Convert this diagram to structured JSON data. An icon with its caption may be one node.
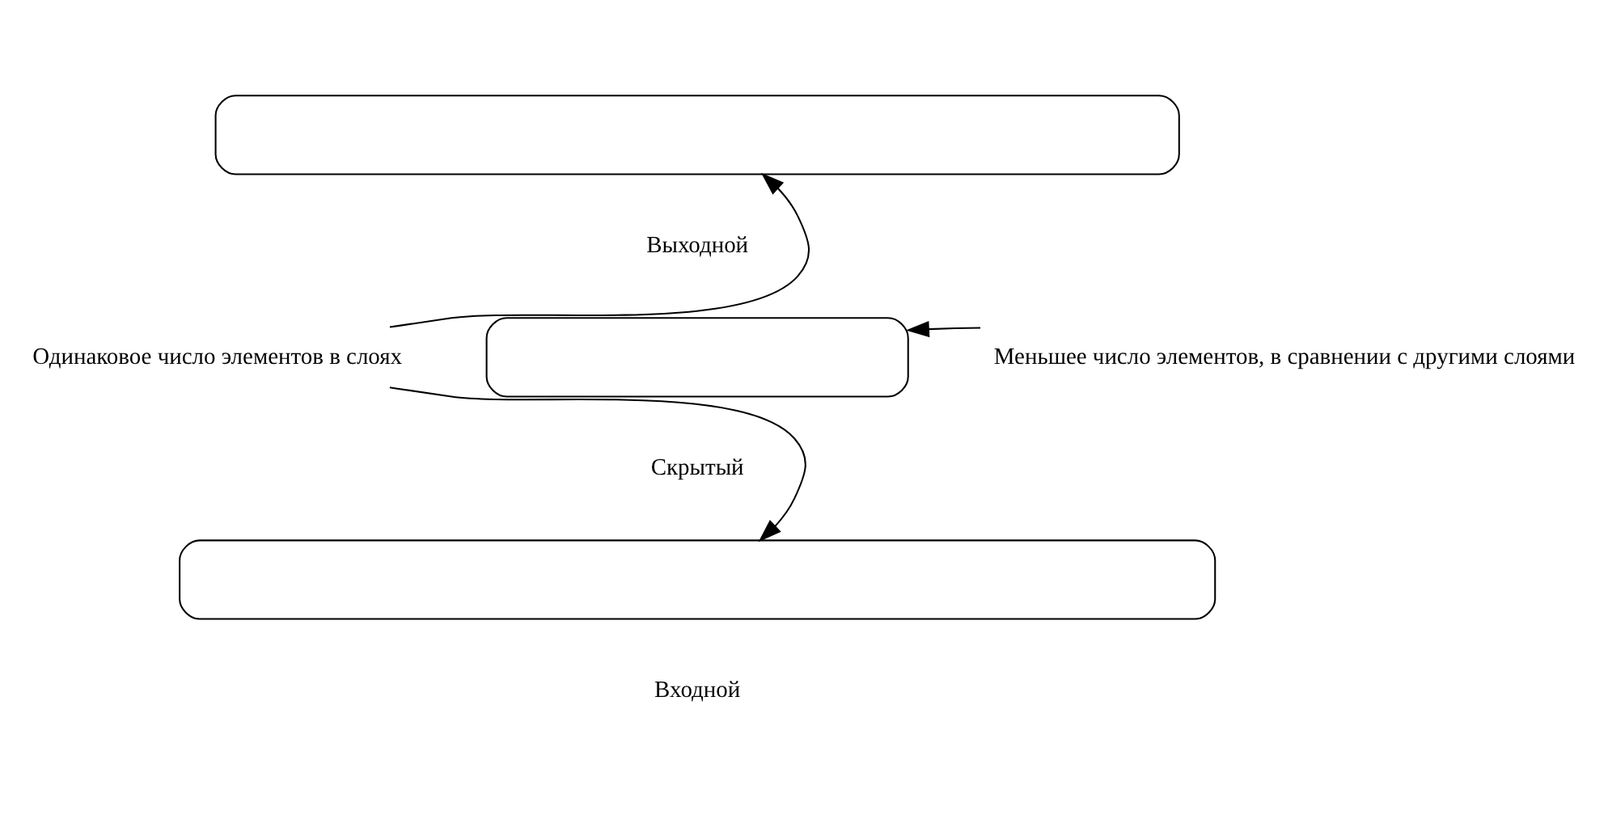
{
  "diagram": {
    "nodes": [
      {
        "text": [],
        "shape": "box",
        "beside": [
          "Выходной"
        ]
      },
      {
        "text": [
          "Меньшее число элементов, в сравнении с другими слоями"
        ]
      },
      {
        "text": [
          "Одинаковое число элементов в слоях"
        ]
      },
      {
        "text": [],
        "shape": "box",
        "beside": [
          "Скрытый"
        ]
      },
      {
        "text": [],
        "shape": "box",
        "beside": [
          "Входной"
        ]
      }
    ],
    "edges": [
      {
        "from": 2,
        "to": 0,
        "arrow": "to"
      },
      {
        "from": 2,
        "to": 4,
        "arrow": "to"
      },
      {
        "from": 1,
        "to": 3,
        "arrow": "to"
      }
    ]
  }
}
